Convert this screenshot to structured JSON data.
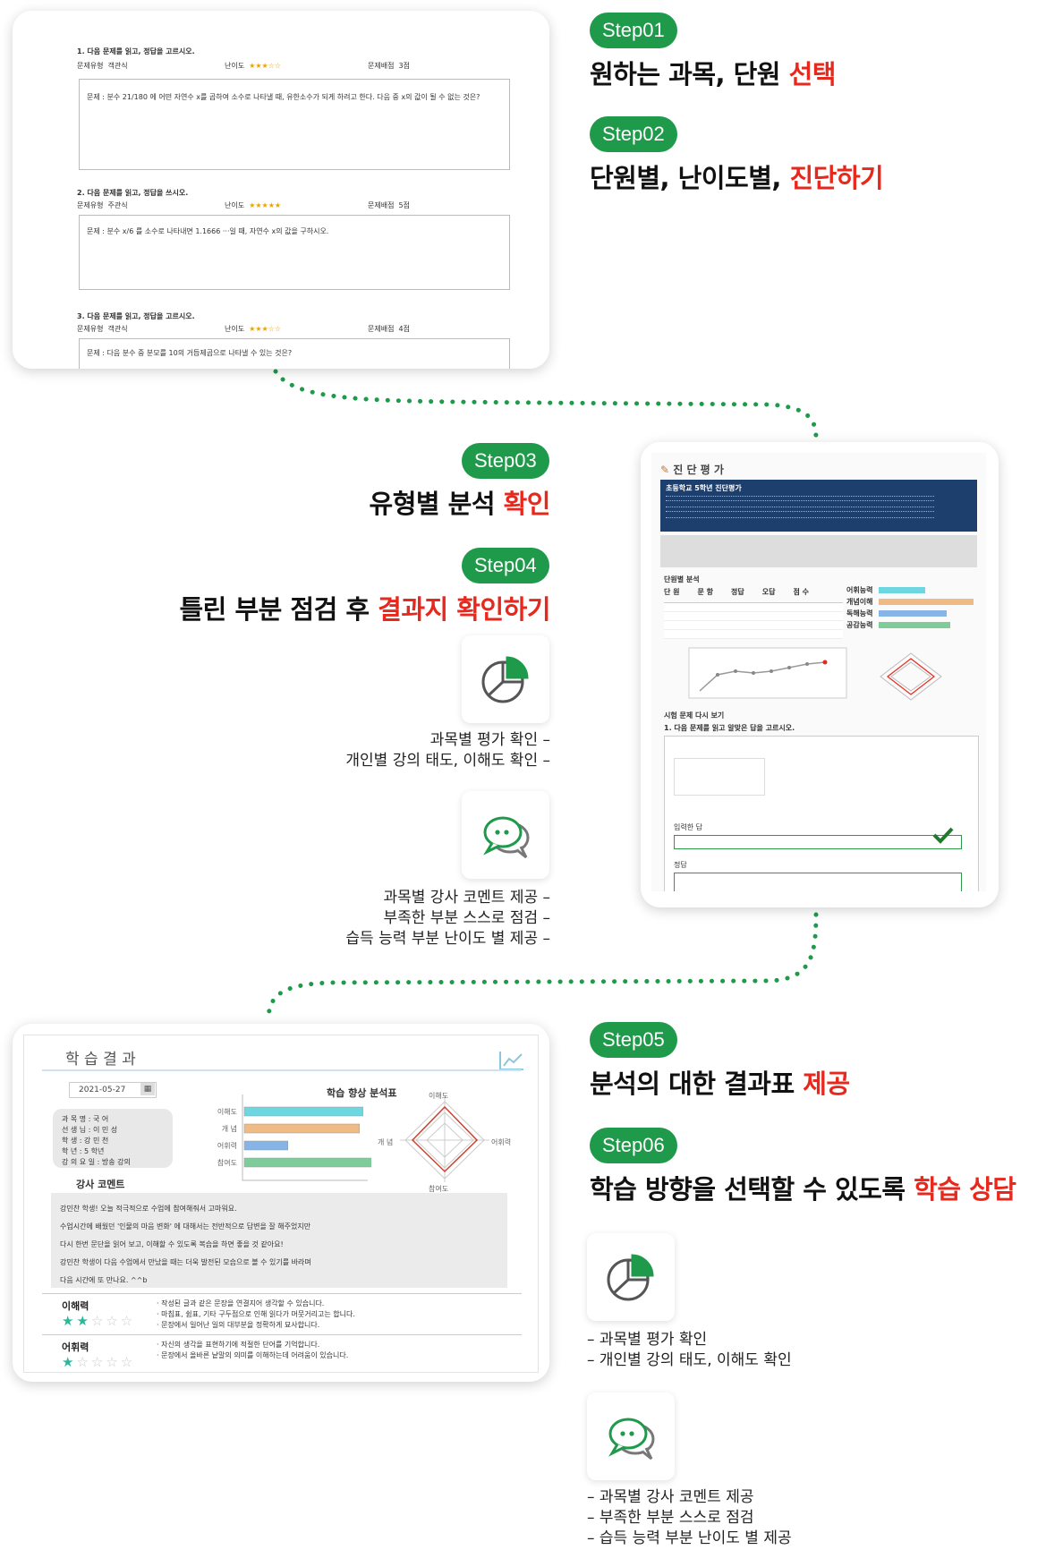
{
  "steps": [
    {
      "badge": "Step01",
      "title_black": "원하는 과목, 단원 ",
      "title_red": "선택"
    },
    {
      "badge": "Step02",
      "title_black": "단원별, 난이도별, ",
      "title_red": "진단하기"
    },
    {
      "badge": "Step03",
      "title_black": "유형별 분석 ",
      "title_red": "확인"
    },
    {
      "badge": "Step04",
      "title_black": "틀린 부분 점검 후 ",
      "title_red": "결과지 확인하기"
    },
    {
      "badge": "Step05",
      "title_black": "분석의 대한 결과표 ",
      "title_red": "제공"
    },
    {
      "badge": "Step06",
      "title_black": "학습 방향을 선택할 수 있도록 ",
      "title_red": "학습 상담"
    }
  ],
  "features_step04": {
    "chart_lines": [
      "과목별 평가 확인 –",
      "개인별 강의 태도, 이해도 확인 –"
    ],
    "comment_lines": [
      "과목별 강사 코멘트 제공 –",
      "부족한 부분 스스로 점검 –",
      "습득 능력 부분 난이도 별 제공 –"
    ]
  },
  "features_step06": {
    "chart_lines": [
      "– 과목별 평가 확인",
      "– 개인별 강의 태도, 이해도 확인"
    ],
    "comment_lines": [
      "– 과목별 강사 코멘트 제공",
      "– 부족한 부분 스스로 점검",
      "– 습득 능력 부분 난이도 별 제공"
    ]
  },
  "icons": {
    "chart": "pie-chart-icon",
    "comment": "chat-bubble-icon",
    "check": "check-icon",
    "trend": "trend-chart-icon"
  },
  "colors": {
    "green": "#1f9a4b",
    "red": "#e8281c",
    "navy": "#1d3f6e"
  },
  "worksheet": {
    "questions": [
      {
        "title": "1. 다음 문제를 읽고, 정답을 고르시오.",
        "type_label": "문제유형",
        "type_value": "객관식",
        "difficulty_label": "난이도",
        "stars": "★★★☆☆",
        "score_label": "문제배점",
        "score_value": "3점",
        "text": "문제 : 분수 21/180 에 어떤 자연수 x를 곱하여 소수로 나타낼 때, 유한소수가 되게 하려고 한다. 다음 중 x의 값이 될 수 없는 것은?"
      },
      {
        "title": "2. 다음 문제를 읽고, 정답을 쓰시오.",
        "type_label": "문제유형",
        "type_value": "주관식",
        "difficulty_label": "난이도",
        "stars": "★★★★★",
        "score_label": "문제배점",
        "score_value": "5점",
        "text": "문제 : 분수 x/6 를 소수로 나타내면 1.1666 ···일 때, 자연수 x의 값을 구하시오."
      },
      {
        "title": "3. 다음 문제를 읽고, 정답을 고르시오.",
        "type_label": "문제유형",
        "type_value": "객관식",
        "difficulty_label": "난이도",
        "stars": "★★★☆☆",
        "score_label": "문제배점",
        "score_value": "4점",
        "text": "문제 : 다음 분수 중 분모를 10의 거듭제곱으로 나타낼 수 있는 것은?"
      }
    ]
  },
  "diagnosis": {
    "title": "진 단 평 가",
    "header_title": "초등학교 5학년 진단평가",
    "section_unit": "단원별 분석",
    "table_headers": [
      "단 원",
      "문 항",
      "정답",
      "오답",
      "점 수"
    ],
    "bar_labels": [
      "어휘능력",
      "개념이해",
      "독해능력",
      "공감능력"
    ],
    "review_title": "시험 문제 다시 보기",
    "review_question": "1. 다음 문제를 읽고 알맞은 답을 고르시오.",
    "answer_label": "입력한 답",
    "correct_label": "정답"
  },
  "result": {
    "title": "학 습 결 과",
    "date": "2021-05-27",
    "info_lines": [
      "과 목 명 : 국 어",
      "선 생 님 : 이 민 성",
      "학    생 : 강 민 천",
      "학    년 : 5 학년",
      "강 의 요 일 : 방송 강의"
    ],
    "chart_title": "학습 향상 분석표",
    "bar_labels": [
      "이해도",
      "개 념",
      "어휘력",
      "참여도"
    ],
    "radar_labels": [
      "이해도",
      "어휘력",
      "참여도",
      "개 념"
    ],
    "comment_title": "강사 코멘트",
    "comment_lines": [
      "강민찬 학생! 오늘 적극적으로 수업에 참여해줘서 고마워요.",
      "수업시간에 배웠던 '인물의 마음 변화' 에 대해서는 전반적으로 답변을 잘 해주었지만",
      "다시 한번 문단을 읽어 보고, 이해할 수 있도록 복습을 하면 좋을 것 같아요!",
      "강민찬 학생이 다음 수업에서 만났을 때는 더욱 발전된 모습으로 볼 수 있기를 바라며",
      "다음 시간에 또 만나요. ^^b"
    ],
    "eval_rows": [
      {
        "name": "이해력",
        "stars_filled": 2,
        "stars_total": 5,
        "notes": [
          "· 작성된 글과 같은 문장을 연결지어 생각할 수 있습니다.",
          "· 마침표, 쉼표, 기타 구두점으로 인해 읽다가 머뭇거리고는 합니다.",
          "· 문장에서 일어난 일의 대부분을 정확하게 묘사합니다."
        ]
      },
      {
        "name": "어휘력",
        "stars_filled": 1,
        "stars_total": 5,
        "notes": [
          "· 자신의 생각을 표현하기에 적절한 단어를 기억합니다.",
          "· 문장에서 올바른 낱말의 의미를 이해하는데 어려움이 있습니다."
        ]
      }
    ]
  },
  "result_chart": {
    "chart_data": {
      "type": "bar",
      "title": "학습 향상 분석표",
      "categories": [
        "이해도",
        "개 념",
        "어휘력",
        "참여도"
      ],
      "values": [
        68,
        66,
        25,
        73
      ],
      "colors": [
        "#6ed6e0",
        "#f0ba84",
        "#86b4e6",
        "#7dcc9a"
      ],
      "ylim": [
        0,
        100
      ]
    }
  }
}
